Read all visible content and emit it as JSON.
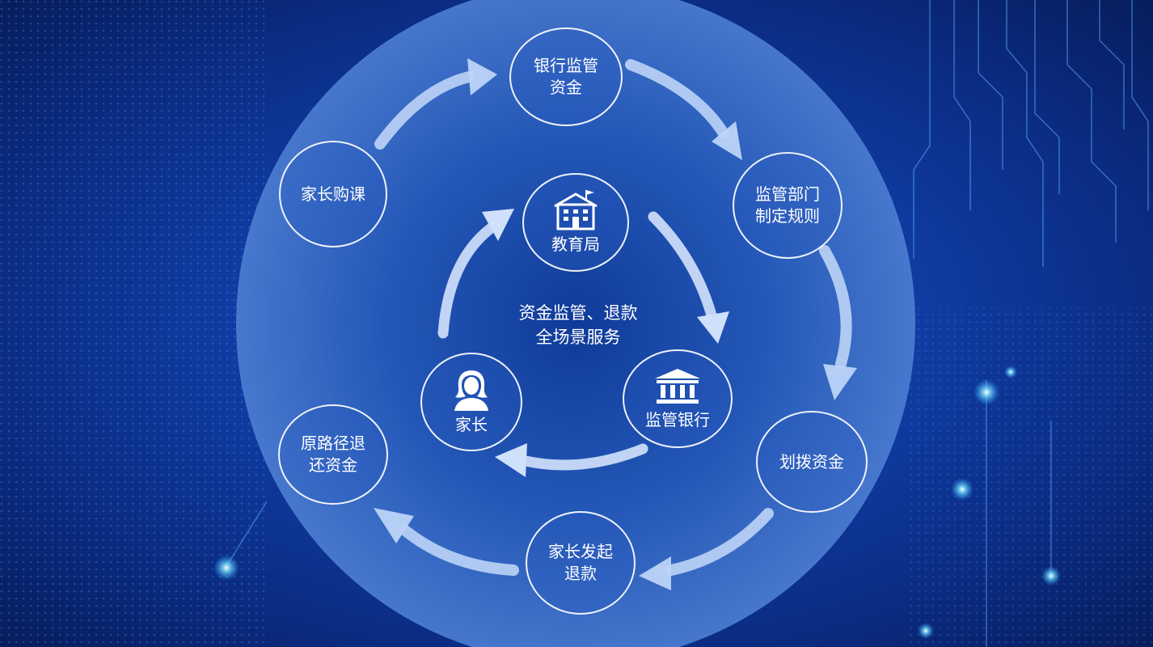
{
  "outer_cycle": [
    {
      "id": "bank_fund",
      "label": "银行监管\n资金"
    },
    {
      "id": "dept_rules",
      "label": "监管部门\n制定规则"
    },
    {
      "id": "transfer",
      "label": "划拨资金"
    },
    {
      "id": "refund_request",
      "label": "家长发起\n退款"
    },
    {
      "id": "return_funds",
      "label": "原路径退\n还资金"
    },
    {
      "id": "parent_buy",
      "label": "家长购课"
    }
  ],
  "inner_cycle": [
    {
      "id": "education_bureau",
      "label": "教育局",
      "icon": "school-building-icon"
    },
    {
      "id": "supervising_bank",
      "label": "监管银行",
      "icon": "bank-icon"
    },
    {
      "id": "parent",
      "label": "家长",
      "icon": "woman-avatar-icon"
    }
  ],
  "center_text": "资金监管、退款\n全场景服务",
  "colors": {
    "accent": "#ffffff",
    "arrow": "#bcd4f8",
    "halo": "#3f6fc9"
  }
}
